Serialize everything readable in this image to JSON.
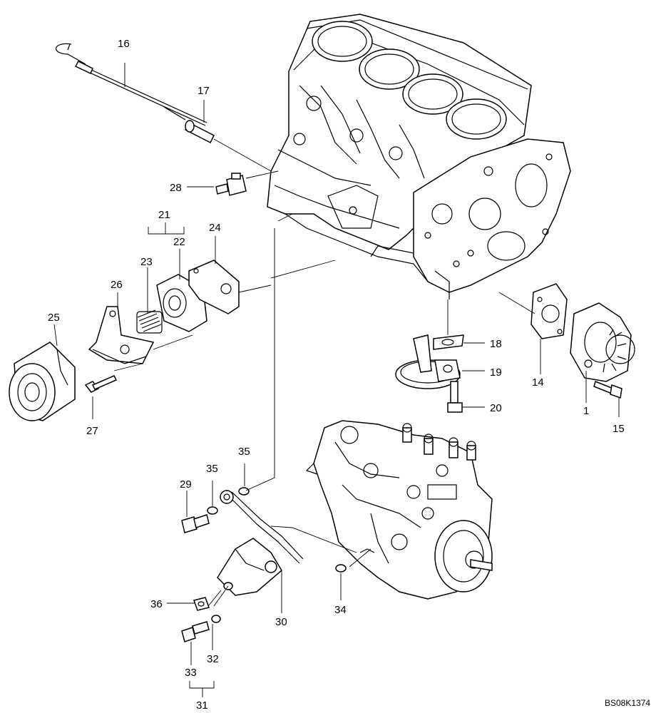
{
  "diagram_code": "BS08K1374",
  "callouts": [
    "16",
    "17",
    "28",
    "21",
    "22",
    "23",
    "24",
    "26",
    "25",
    "27",
    "18",
    "19",
    "20",
    "14",
    "1",
    "15",
    "35",
    "29",
    "35",
    "36",
    "30",
    "34",
    "33",
    "32",
    "31"
  ],
  "parts": {
    "engine_block": "cylinder-block",
    "fuel_pump": "fuel-injection-pump",
    "oil_filter": "oil-filter",
    "oil_pump": "oil-pump",
    "dipstick": "oil-dipstick",
    "strainer": "oil-strainer",
    "pipe": "oil-pipe"
  }
}
